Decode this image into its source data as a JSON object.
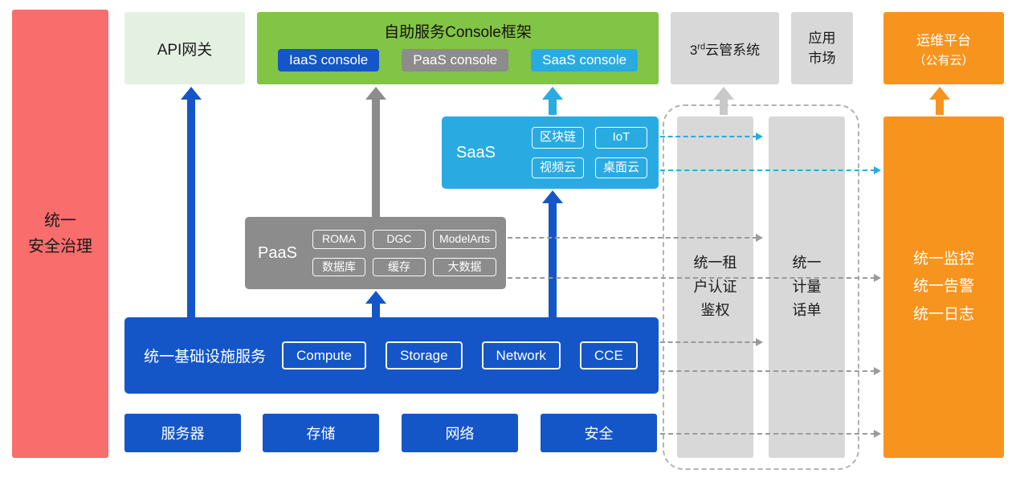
{
  "palette": {
    "blue": "#1456c8",
    "cyan": "#29abe2",
    "green": "#82c445",
    "pale_green": "#e4f1e2",
    "gray": "#8c8c8c",
    "light_gray": "#d8d8d8",
    "orange": "#f7941e",
    "red": "#f96d6d"
  },
  "left_bar": {
    "label": "统一\n安全治理"
  },
  "top_row": {
    "api_gateway": "API网关",
    "console_frame": {
      "title": "自助服务Console框架",
      "iaas_button": "IaaS console",
      "paas_button": "PaaS console",
      "saas_button": "SaaS console"
    },
    "third_party_cms": {
      "pre": "3",
      "sup": "rd",
      "post": "云管系统"
    },
    "app_market": "应用\n市场",
    "om_platform": {
      "line1": "运维平台",
      "line2": "（公有云）"
    }
  },
  "saas": {
    "label": "SaaS",
    "chips": [
      "区块链",
      "IoT",
      "视频云",
      "桌面云"
    ]
  },
  "paas": {
    "label": "PaaS",
    "chips": [
      "ROMA",
      "DGC",
      "ModelArts",
      "数据库",
      "缓存",
      "大数据"
    ]
  },
  "infra": {
    "label": "统一基础设施服务",
    "chips": [
      "Compute",
      "Storage",
      "Network",
      "CCE"
    ]
  },
  "resources": [
    "服务器",
    "存储",
    "网络",
    "安全"
  ],
  "right_column": {
    "tenant_auth": "统一租\n户认证\n鉴权",
    "metering": "统一\n计量\n话单",
    "monitoring": "统一监控\n统一告警\n统一日志"
  }
}
